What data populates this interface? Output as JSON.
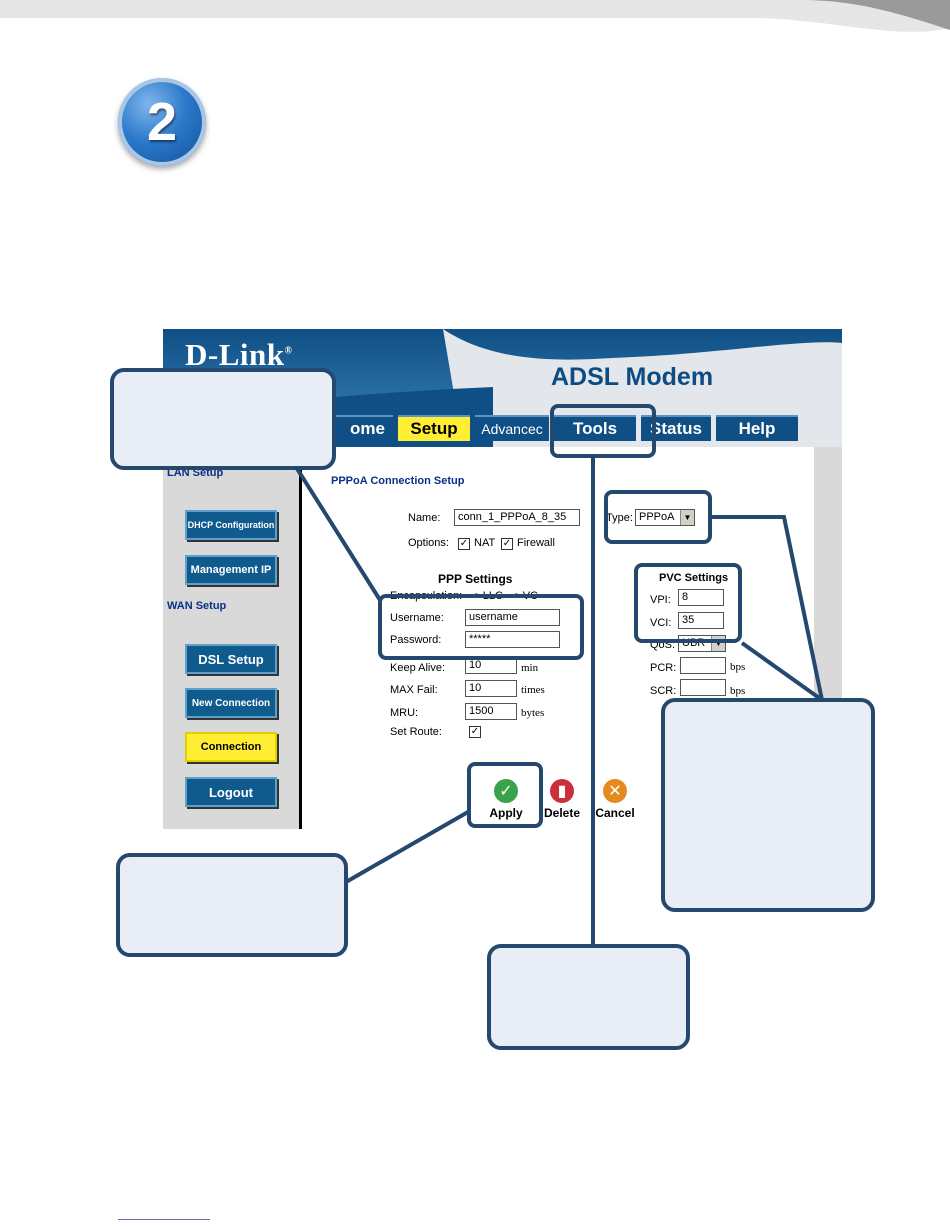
{
  "step": {
    "number": "2"
  },
  "header": {
    "logo": "D-Link",
    "product": "ADSL Modem"
  },
  "tabs": [
    {
      "label": "Home",
      "visible_label": "ome",
      "active": false
    },
    {
      "label": "Setup",
      "active": true
    },
    {
      "label": "Advanced",
      "visible_label": "Advancec",
      "active": false
    },
    {
      "label": "Tools",
      "active": false
    },
    {
      "label": "Status",
      "active": false
    },
    {
      "label": "Help",
      "active": false
    }
  ],
  "sidebar": {
    "lan_heading": "LAN Setup",
    "wan_heading": "WAN Setup",
    "buttons": {
      "dhcp": "DHCP Configuration",
      "mgmt": "Management IP",
      "dsl": "DSL Setup",
      "newconn": "New Connection",
      "connection": "Connection",
      "logout": "Logout"
    }
  },
  "form": {
    "title": "PPPoA Connection Setup",
    "name_label": "Name:",
    "name_value": "conn_1_PPPoA_8_35",
    "type_label": "Type:",
    "type_value": "PPPoA",
    "options_label": "Options:",
    "nat_label": "NAT",
    "firewall_label": "Firewall",
    "ppp_title": "PPP Settings",
    "encap_label": "Encapsulation:",
    "encap_llc": "LLC",
    "encap_vc": "VC",
    "username_label": "Username:",
    "username_value": "username",
    "password_label": "Password:",
    "password_value": "*****",
    "keepalive_label": "Keep Alive:",
    "keepalive_value": "10",
    "keepalive_unit": "min",
    "maxfail_label": "MAX Fail:",
    "maxfail_value": "10",
    "maxfail_unit": "times",
    "mru_label": "MRU:",
    "mru_value": "1500",
    "mru_unit": "bytes",
    "setroute_label": "Set Route:"
  },
  "pvc": {
    "title": "PVC Settings",
    "vpi_label": "VPI:",
    "vpi_value": "8",
    "vci_label": "VCI:",
    "vci_value": "35",
    "qos_label": "QoS:",
    "qos_value": "UBR",
    "pcr_label": "PCR:",
    "pcr_unit": "bps",
    "scr_label": "SCR:",
    "scr_unit": "bps"
  },
  "actions": {
    "apply": "Apply",
    "delete": "Delete",
    "cancel": "Cancel"
  },
  "colors": {
    "brand_blue": "#0f4f85",
    "active_yellow": "#ffee33",
    "callout_border": "#24486e",
    "callout_fill": "#e9eef6"
  }
}
